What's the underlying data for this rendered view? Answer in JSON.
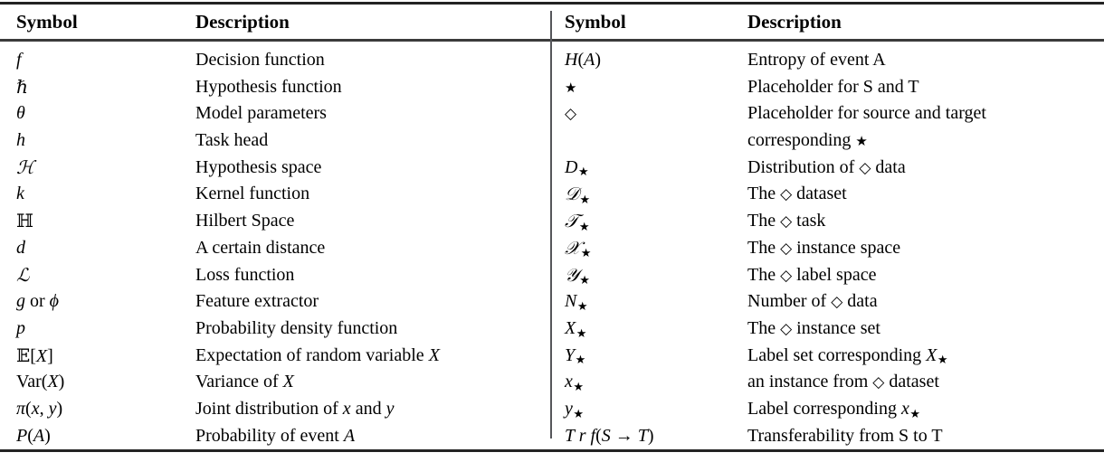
{
  "table": {
    "headers": {
      "left_symbol": "Symbol",
      "left_description": "Description",
      "right_symbol": "Symbol",
      "right_description": "Description"
    },
    "left_rows": [
      {
        "symbol": "f",
        "description": "Decision function"
      },
      {
        "symbol": "ℏ",
        "description": "Hypothesis function"
      },
      {
        "symbol": "θ",
        "description": "Model parameters"
      },
      {
        "symbol": "h",
        "description": "Task head"
      },
      {
        "symbol": "ℋ",
        "description": "Hypothesis space"
      },
      {
        "symbol": "k",
        "description": "Kernel function"
      },
      {
        "symbol": "ℍ",
        "description": "Hilbert Space"
      },
      {
        "symbol": "d",
        "description": "A certain distance"
      },
      {
        "symbol": "ℒ",
        "description": "Loss function"
      },
      {
        "symbol": "g or ϕ",
        "description": "Feature extractor"
      },
      {
        "symbol": "p",
        "description": "Probability density function"
      },
      {
        "symbol": "𝔼[X]",
        "description": "Expectation of random variable X"
      },
      {
        "symbol": "Var(X)",
        "description": "Variance of X"
      },
      {
        "symbol": "π(x, y)",
        "description": "Joint distribution of x and y"
      },
      {
        "symbol": "P(A)",
        "description": "Probability of event A"
      }
    ],
    "right_rows": [
      {
        "symbol": "H(A)",
        "description": "Entropy of event A"
      },
      {
        "symbol": "★",
        "description": "Placeholder for S and T"
      },
      {
        "symbol": "◊",
        "description": "Placeholder for source and target"
      },
      {
        "symbol": "",
        "description": "corresponding ★"
      },
      {
        "symbol": "D★",
        "description": "Distribution of ◊ data"
      },
      {
        "symbol": "𝒟★",
        "description": "The ◊ dataset"
      },
      {
        "symbol": "𝒯★",
        "description": "The ◊ task"
      },
      {
        "symbol": "𝒳★",
        "description": "The ◊ instance space"
      },
      {
        "symbol": "𝒴★",
        "description": "The ◊ label space"
      },
      {
        "symbol": "N★",
        "description": "Number of ◊ data"
      },
      {
        "symbol": "X★",
        "description": "The ◊ instance set"
      },
      {
        "symbol": "Y★",
        "description": "Label set corresponding X★"
      },
      {
        "symbol": "x★",
        "description": "an instance from ◊ dataset"
      },
      {
        "symbol": "y★",
        "description": "Label corresponding x★"
      },
      {
        "symbol": "Trf(S → T)",
        "description": "Transferability from S to T"
      }
    ]
  },
  "style": {
    "rule_color": "#232323",
    "mid_rule_color": "#3b3b3b",
    "divider_color": "#55565a",
    "text_color": "#000000",
    "background": "#ffffff"
  }
}
